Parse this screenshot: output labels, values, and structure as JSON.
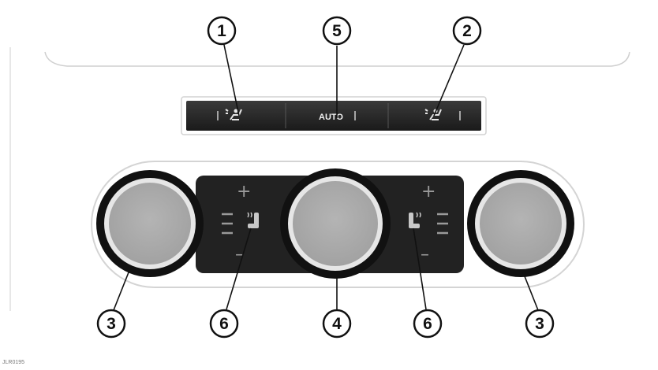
{
  "diagram": {
    "callouts": [
      {
        "id": "callout-1",
        "number": "1"
      },
      {
        "id": "callout-5",
        "number": "5"
      },
      {
        "id": "callout-2",
        "number": "2"
      },
      {
        "id": "callout-3-left",
        "number": "3"
      },
      {
        "id": "callout-6-left",
        "number": "6"
      },
      {
        "id": "callout-4",
        "number": "4"
      },
      {
        "id": "callout-6-right",
        "number": "6"
      },
      {
        "id": "callout-3-right",
        "number": "3"
      }
    ],
    "button_strip": {
      "auto_label": "AUTO",
      "left_icon": "driver-airflow-icon",
      "right_icon": "passenger-airflow-icon"
    },
    "control_panel": {
      "plus_symbol": "+",
      "minus_symbol": "–",
      "left_seat_icon": "heated-seat-left-icon",
      "right_seat_icon": "heated-seat-right-icon"
    },
    "image_code": "JLR0195"
  }
}
